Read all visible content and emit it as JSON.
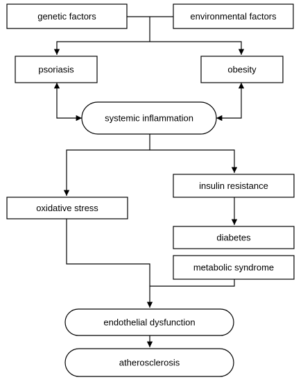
{
  "diagram": {
    "nodes": {
      "genetic_factors": {
        "label": "genetic factors"
      },
      "environmental_factors": {
        "label": "environmental factors"
      },
      "psoriasis": {
        "label": "psoriasis"
      },
      "obesity": {
        "label": "obesity"
      },
      "systemic_inflammation": {
        "label": "systemic inflammation"
      },
      "insulin_resistance": {
        "label": "insulin resistance"
      },
      "oxidative_stress": {
        "label": "oxidative stress"
      },
      "diabetes": {
        "label": "diabetes"
      },
      "metabolic_syndrome": {
        "label": "metabolic syndrome"
      },
      "endothelial_dysfunction": {
        "label": "endothelial dysfunction"
      },
      "atherosclerosis": {
        "label": "atherosclerosis"
      }
    },
    "edges": [
      {
        "from": "genetic_factors",
        "to": "psoriasis"
      },
      {
        "from": "genetic_factors",
        "to": "obesity"
      },
      {
        "from": "environmental_factors",
        "to": "psoriasis"
      },
      {
        "from": "environmental_factors",
        "to": "obesity"
      },
      {
        "from": "psoriasis",
        "to": "systemic_inflammation",
        "bidirectional": true
      },
      {
        "from": "obesity",
        "to": "systemic_inflammation",
        "bidirectional": true
      },
      {
        "from": "systemic_inflammation",
        "to": "oxidative_stress"
      },
      {
        "from": "systemic_inflammation",
        "to": "insulin_resistance"
      },
      {
        "from": "insulin_resistance",
        "to": "diabetes"
      },
      {
        "from": "oxidative_stress",
        "to": "endothelial_dysfunction"
      },
      {
        "from": "metabolic_syndrome",
        "to": "endothelial_dysfunction"
      },
      {
        "from": "endothelial_dysfunction",
        "to": "atherosclerosis"
      }
    ]
  }
}
